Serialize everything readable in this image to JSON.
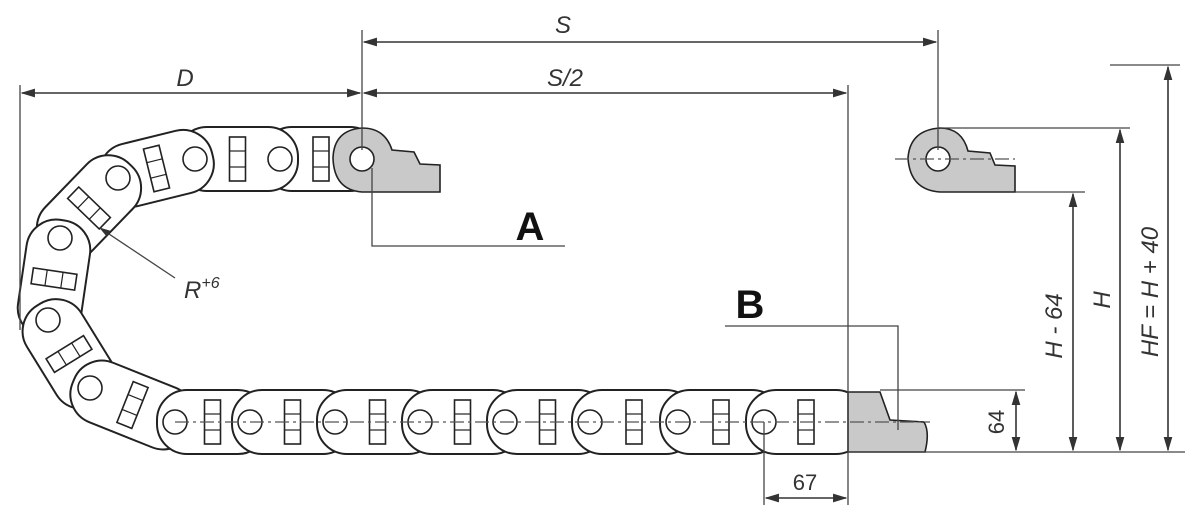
{
  "labels": {
    "S": "S",
    "S_half": "S/2",
    "D": "D",
    "A": "A",
    "B": "B",
    "R": "R",
    "R_sup": "+6",
    "H_minus_64": "H - 64",
    "H": "H",
    "HF": "HF = H + 40",
    "dim_64": "64",
    "dim_67": "67"
  },
  "colors": {
    "bracket_fill": "#c9c9c9",
    "line": "#333333"
  },
  "icons": {
    "arrowheads": "arrow-head",
    "chain": "energy-chain-link"
  }
}
